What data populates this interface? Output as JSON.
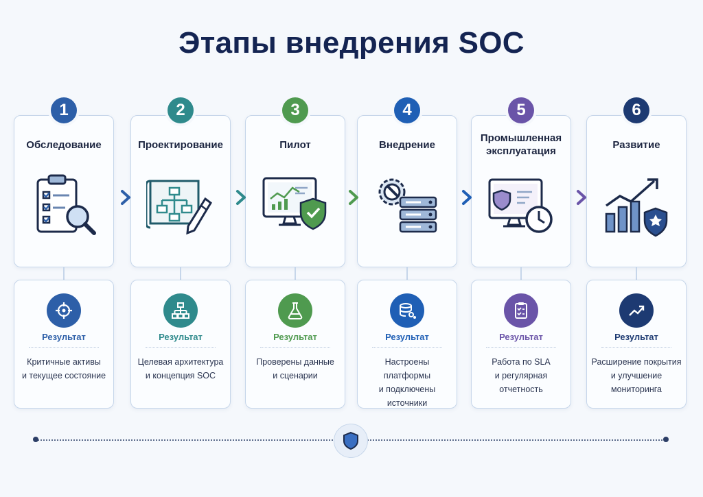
{
  "title": "Этапы внедрения SOC",
  "colors": {
    "stage1": "#2d5fa8",
    "stage2": "#2f8a8c",
    "stage3": "#4f9a4f",
    "stage4": "#1f5fb5",
    "stage5": "#6a54a8",
    "stage6": "#1d3a72"
  },
  "stages": [
    {
      "number": "1",
      "title": "Обследование",
      "illustration": "clipboard-magnifier-icon",
      "result_icon": "target-icon",
      "result_label": "Результат",
      "result_lines": [
        "Критичные активы",
        "и текущее состояние"
      ]
    },
    {
      "number": "2",
      "title": "Проектирование",
      "illustration": "blueprint-pencil-icon",
      "result_icon": "hierarchy-icon",
      "result_label": "Результат",
      "result_lines": [
        "Целевая архитектура",
        "и концепция SOC"
      ]
    },
    {
      "number": "3",
      "title": "Пилот",
      "illustration": "monitor-shield-check-icon",
      "result_icon": "flask-icon",
      "result_label": "Результат",
      "result_lines": [
        "Проверены данные",
        "и сценарии"
      ]
    },
    {
      "number": "4",
      "title": "Внедрение",
      "illustration": "gear-server-icon",
      "result_icon": "database-link-icon",
      "result_label": "Результат",
      "result_lines": [
        "Настроены платформы",
        "и подключены",
        "источники"
      ]
    },
    {
      "number": "5",
      "title_lines": [
        "Промышленная",
        "эксплуатация"
      ],
      "illustration": "monitor-shield-clock-icon",
      "result_icon": "clipboard-checklist-icon",
      "result_label": "Результат",
      "result_lines": [
        "Работа по SLA",
        "и регулярная",
        "отчетность"
      ]
    },
    {
      "number": "6",
      "title": "Развитие",
      "illustration": "growth-chart-star-icon",
      "result_icon": "trend-up-icon",
      "result_label": "Результат",
      "result_lines": [
        "Расширение покрытия",
        "и улучшение",
        "мониторинга"
      ]
    }
  ],
  "timeline_icon": "shield-icon"
}
